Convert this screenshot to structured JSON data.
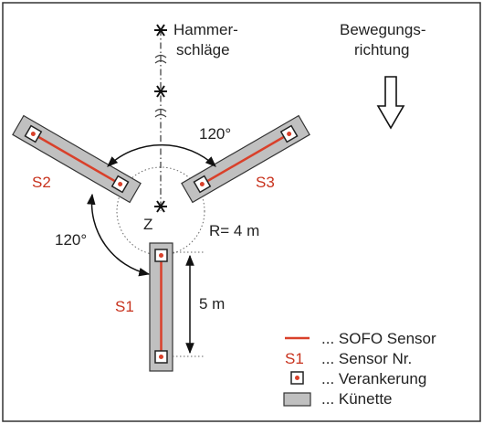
{
  "hammer": {
    "label_1": "Hammer-",
    "label_2": "schläge"
  },
  "direction": {
    "label_1": "Bewegungs-",
    "label_2": "richtung"
  },
  "angles": {
    "top": "120°",
    "left": "120°"
  },
  "center_label": "Z",
  "radius_label": "R= 4 m",
  "length_label": "5 m",
  "sensors": {
    "s1": "S1",
    "s2": "S2",
    "s3": "S3"
  },
  "legend": {
    "sofo": "... SOFO Sensor",
    "sensor_symbol": "S1",
    "sensor_nr": "... Sensor Nr.",
    "anchor": "... Verankerung",
    "trench": "... Künette"
  },
  "colors": {
    "sensor": "#d9402a",
    "trench": "#c0c0c0",
    "label_red": "#c8331e"
  }
}
